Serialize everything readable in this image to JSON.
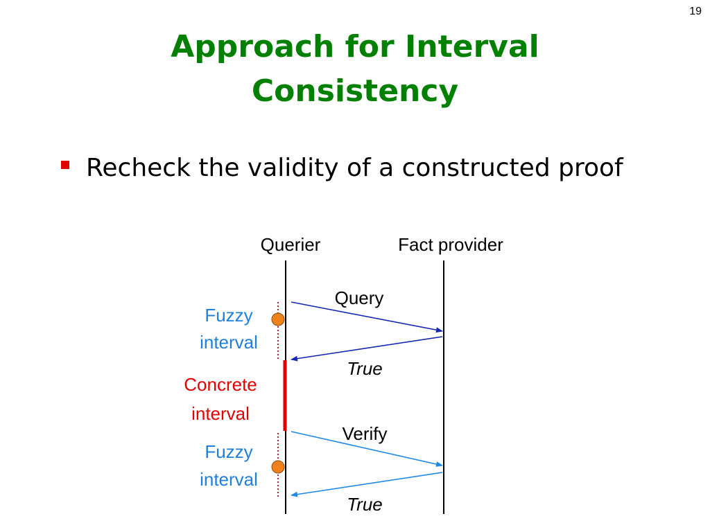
{
  "slide": {
    "number": "19",
    "title_line1": "Approach for Interval",
    "title_line2": "Consistency",
    "bullet": "Recheck the validity of a constructed proof"
  },
  "diagram": {
    "querier_label": "Querier",
    "provider_label": "Fact provider",
    "query_label": "Query",
    "true_label_1": "True",
    "verify_label": "Verify",
    "true_label_2": "True",
    "fuzzy_1_line1": "Fuzzy",
    "fuzzy_1_line2": "interval",
    "concrete_line1": "Concrete",
    "concrete_line2": "interval",
    "fuzzy_2_line1": "Fuzzy",
    "fuzzy_2_line2": "interval"
  },
  "colors": {
    "title": "#008000",
    "bullet_marker": "#e00000",
    "fuzzy_text": "#1e7fdc",
    "concrete": "#e00000",
    "arrow_dark": "#1428b4",
    "arrow_light": "#1e88e5",
    "dot": "#f0821e",
    "dotted": "#a03030"
  }
}
